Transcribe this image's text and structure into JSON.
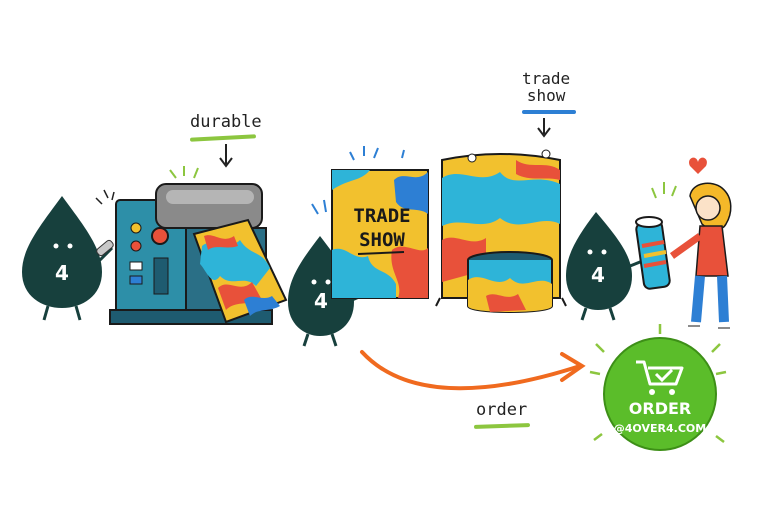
{
  "labels": {
    "durable": "durable",
    "trade_line1": "trade",
    "trade_line2": "show",
    "order": "order"
  },
  "banner": {
    "line1": "TRADE",
    "line2": "SHOW"
  },
  "mascot": {
    "number": "4"
  },
  "badge": {
    "title": "ORDER",
    "url": "@4OVER4.COM",
    "color": "#5bbd2a"
  },
  "colors": {
    "ink": "#17403d",
    "arrow": "#f06a1f",
    "machine": "#2d8fa8"
  }
}
